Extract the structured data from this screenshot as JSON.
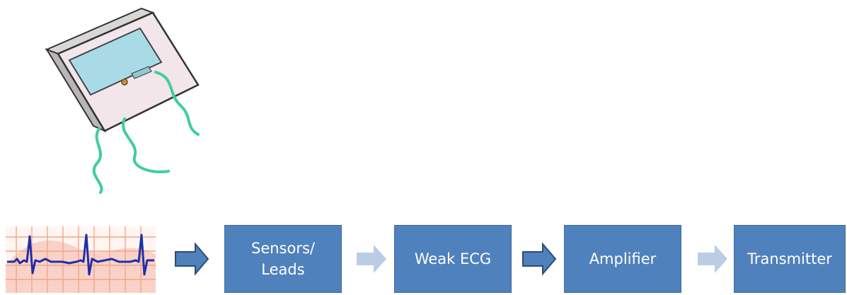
{
  "flow": {
    "steps": [
      {
        "label": "Sensors/\nLeads"
      },
      {
        "label": "Weak ECG"
      },
      {
        "label": "Amplifier"
      },
      {
        "label": "Transmitter"
      }
    ]
  },
  "colors": {
    "box_fill": "#4f81bd",
    "arrow_dark": "#4f81bd",
    "arrow_light": "#b9cde5",
    "lead_wires": "#3fcf98",
    "ecg_trace": "#1f2fa8",
    "ecg_grid": "#f4a38a"
  },
  "icons": {
    "device": "ecg-monitor-device-icon",
    "signal": "ecg-waveform-icon"
  }
}
